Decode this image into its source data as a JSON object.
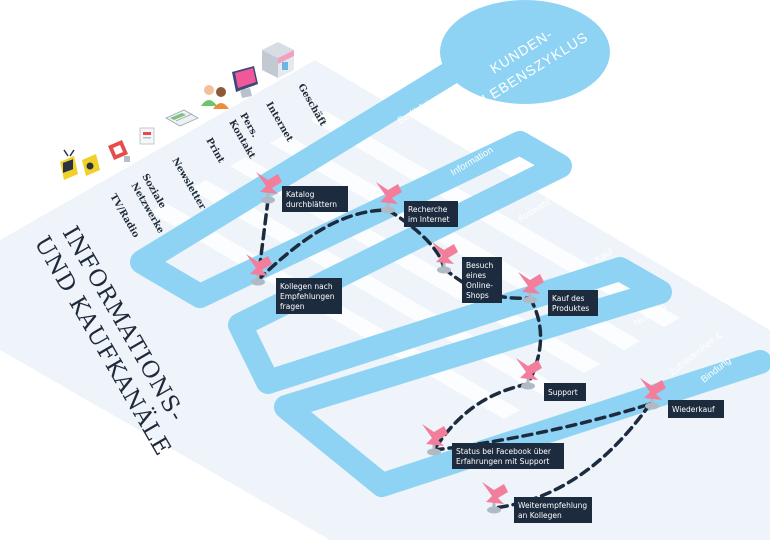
{
  "title": {
    "line1": "INFORMATIONS-",
    "line2": "UND KAUFKANÄLE"
  },
  "cycle": {
    "line1": "KUNDEN-",
    "line2": "LEBENSZYKLUS"
  },
  "channels": [
    {
      "label": "Geschäft",
      "icon": "shop-icon"
    },
    {
      "label": "Internet",
      "icon": "monitor-icon"
    },
    {
      "label": "Pers.",
      "label2": "Kontakt",
      "icon": "people-icon"
    },
    {
      "label": "Print",
      "icon": "newspaper-icon"
    },
    {
      "label": "Newsletter",
      "icon": "newsletter-icon"
    },
    {
      "label": "Soziale",
      "label2": "Netzwerke",
      "icon": "social-icon"
    },
    {
      "label": "TV/Radio",
      "icon": "tv-radio-icon"
    }
  ],
  "phases": {
    "beduerfnis": "Bedürfnis",
    "information": "Information",
    "auswahl": "Auswahl",
    "kauf": "Kauf",
    "nutzung": "Nutzung",
    "zufriedenheit1": "Zufriedenheit &",
    "zufriedenheit2": "Bindung"
  },
  "touchpoints": [
    {
      "line1": "Katalog",
      "line2": "durchblättern"
    },
    {
      "line1": "Kollegen nach",
      "line2": "Empfehlungen",
      "line3": "fragen"
    },
    {
      "line1": "Recherche",
      "line2": "im Internet"
    },
    {
      "line1": "Besuch",
      "line2": "eines",
      "line3": "Online-",
      "line4": "Shops"
    },
    {
      "line1": "Kauf des",
      "line2": "Produktes"
    },
    {
      "line1": "Support"
    },
    {
      "line1": "Wiederkauf"
    },
    {
      "line1": "Status bei Facebook über",
      "line2": "Erfahrungen mit Support"
    },
    {
      "line1": "Weiterempfehlung",
      "line2": "an Kollegen"
    }
  ],
  "colors": {
    "path": "#8fd3f4",
    "path_light": "#c9eafa",
    "background_band": "#eef4f9",
    "arrow": "#f27e9c",
    "label_box": "#1d2b3f",
    "dash": "#1d2b3f"
  }
}
